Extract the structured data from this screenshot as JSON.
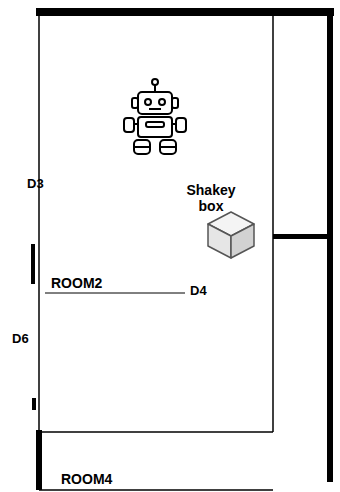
{
  "diagram": {
    "labels": [
      "D3",
      "Shakey box",
      "ROOM2",
      "D4",
      "D6",
      "ROOM4"
    ]
  }
}
